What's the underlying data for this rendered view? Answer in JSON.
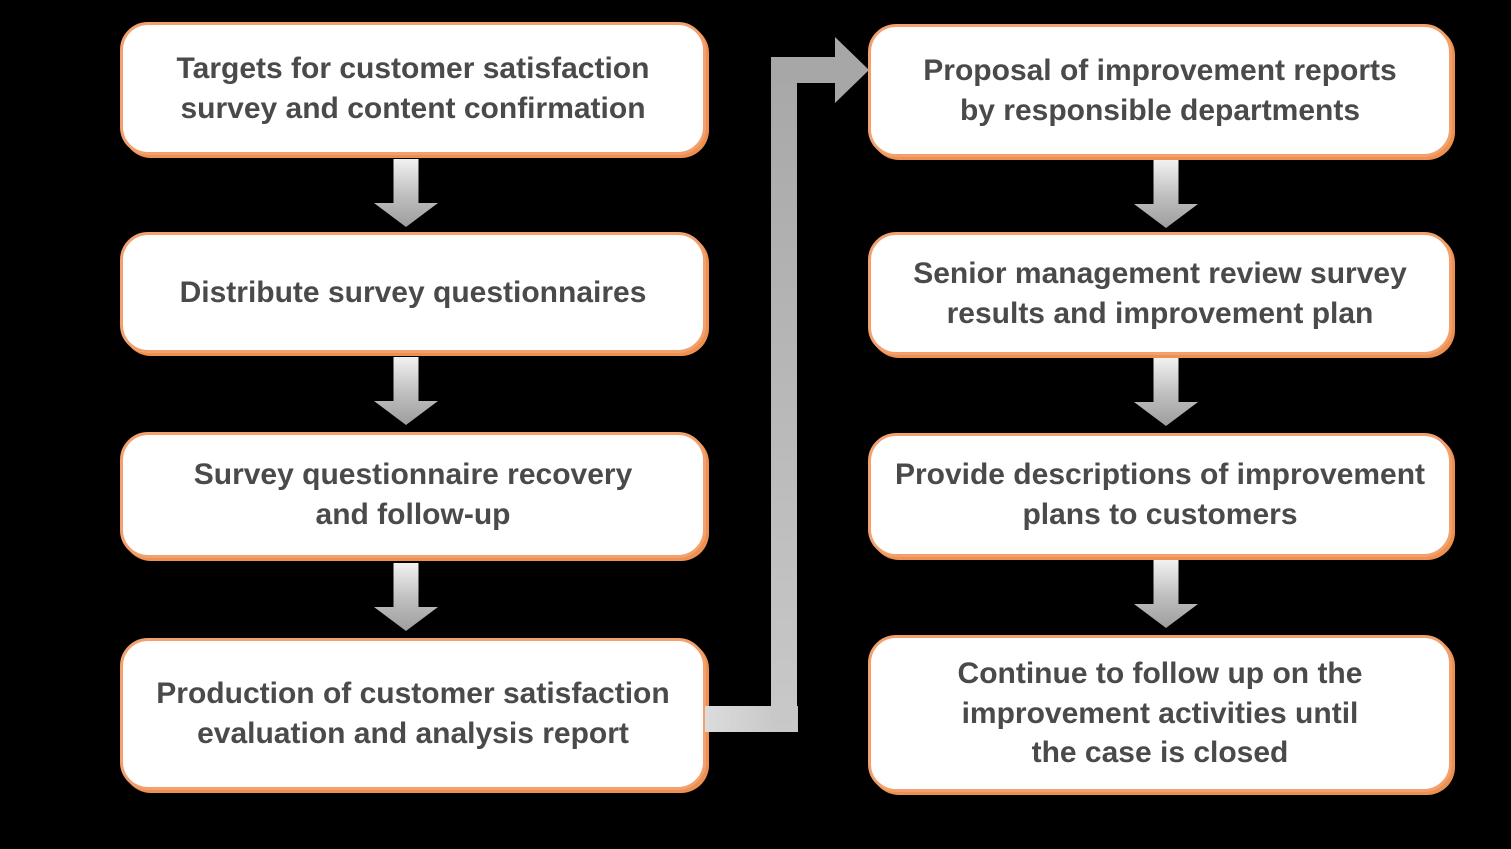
{
  "diagram": {
    "colors": {
      "background": "#000000",
      "box_fill": "#FFFFFF",
      "box_border": "#F2A06E",
      "box_border_shadow": "#EE9150",
      "text": "#4A4A4A",
      "arrow_gray": "#A7A7A7",
      "arrow_light": "#F2F2F2"
    },
    "left_steps": [
      {
        "label": "Targets for customer satisfaction\nsurvey and content confirmation"
      },
      {
        "label": "Distribute survey questionnaires"
      },
      {
        "label": "Survey questionnaire recovery\nand follow-up"
      },
      {
        "label": "Production of customer satisfaction\nevaluation and analysis report"
      }
    ],
    "right_steps": [
      {
        "label": "Proposal of improvement reports\nby responsible departments"
      },
      {
        "label": "Senior management review survey\nresults and improvement plan"
      },
      {
        "label": "Provide descriptions of improvement\nplans to customers"
      },
      {
        "label": "Continue to follow up on the\nimprovement activities until\nthe case is closed"
      }
    ]
  }
}
